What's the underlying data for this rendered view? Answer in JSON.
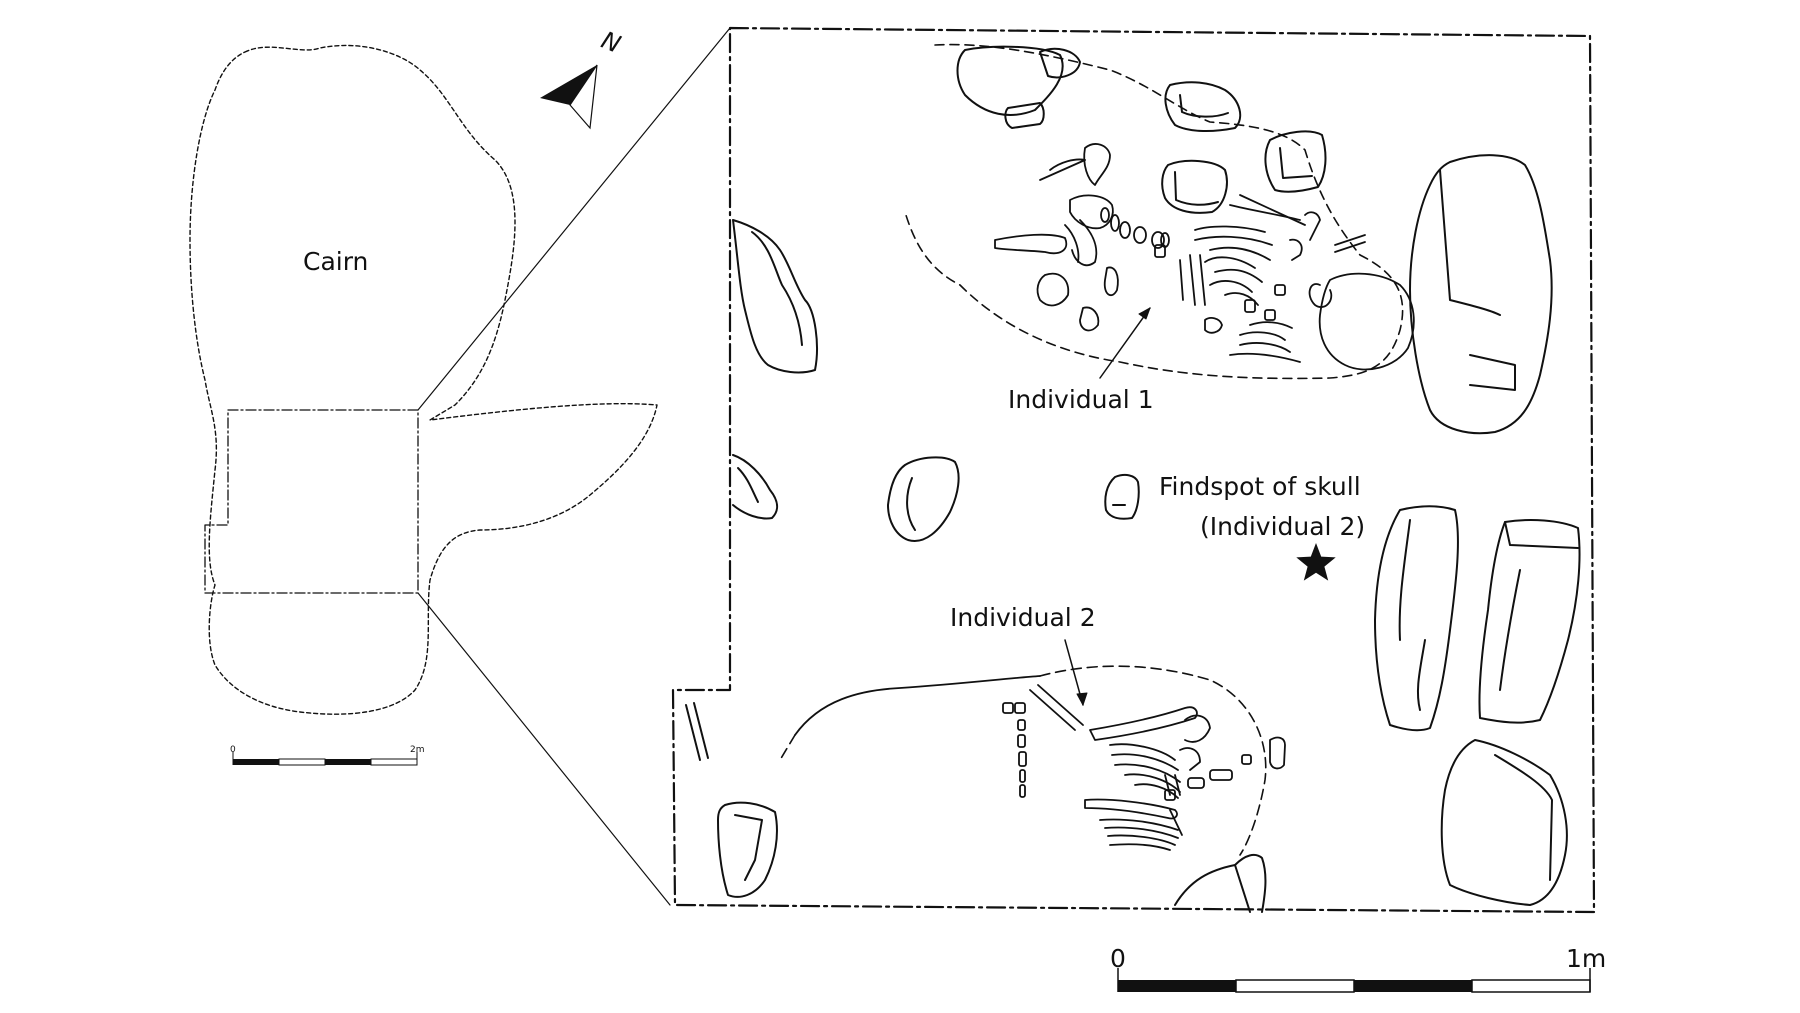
{
  "labels": {
    "cairn": "Cairn",
    "north": "N",
    "individual_1": "Individual 1",
    "findspot_line1": "Findspot of skull",
    "findspot_line2": "(Individual 2)",
    "individual_2": "Individual 2"
  },
  "small_scale": {
    "start": "0",
    "end": "2m"
  },
  "large_scale": {
    "start": "0",
    "end": "1m"
  },
  "colors": {
    "ink": "#111111",
    "paper": "#ffffff"
  }
}
